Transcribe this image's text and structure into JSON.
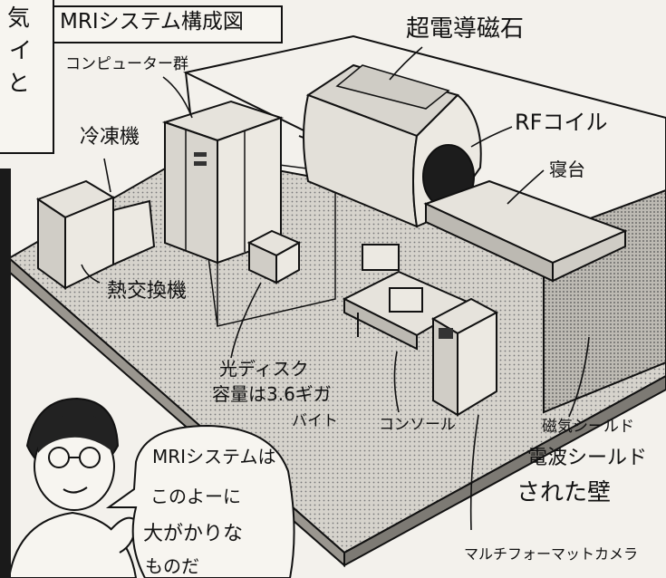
{
  "side_text": {
    "line1": "気",
    "line2": "イ",
    "line3": "と"
  },
  "title": "MRIシステム構成図",
  "labels": {
    "magnet": "超電導磁石",
    "computers": "コンピューター群",
    "rf_coil": "RFコイル",
    "bed": "寝台",
    "chiller": "冷凍機",
    "heat_exchanger": "熱交換機",
    "optical_disk_1": "光ディスク",
    "optical_disk_2": "容量は3.6ギガ",
    "optical_disk_3": "バイト",
    "console": "コンソール",
    "magnetic_shield": "磁気シールド",
    "wave_shield": "電波シールド",
    "wall": "された壁",
    "camera": "マルチフォーマットカメラ"
  },
  "speech": {
    "line1": "MRIシステムは",
    "line2": "このよーに",
    "line3": "大がかりな",
    "line4": "ものだ"
  },
  "colors": {
    "ink": "#111111",
    "paper": "#f3f1ec",
    "floor": "#c9c6bf"
  }
}
